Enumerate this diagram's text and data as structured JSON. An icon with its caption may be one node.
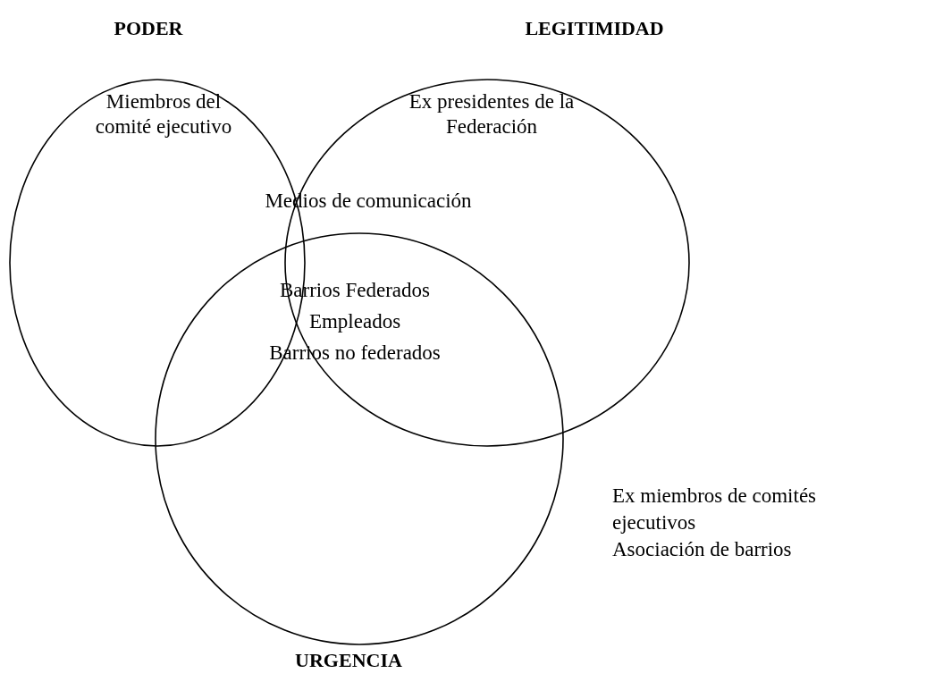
{
  "diagram": {
    "nodes": [
      {
        "text": [
          "PODER",
          "Miembros del comité ejecutivo"
        ]
      },
      {
        "text": [
          "LEGITIMIDAD",
          "Ex presidentes de la Federación"
        ]
      },
      {
        "text": [
          "URGENCIA"
        ]
      }
    ],
    "labels": [
      "Medios de comunicación",
      "Barrios Federados",
      "Empleados",
      "Barrios no federados",
      "Ex miembros de comités ejecutivos",
      "Asociación de barrios"
    ]
  }
}
